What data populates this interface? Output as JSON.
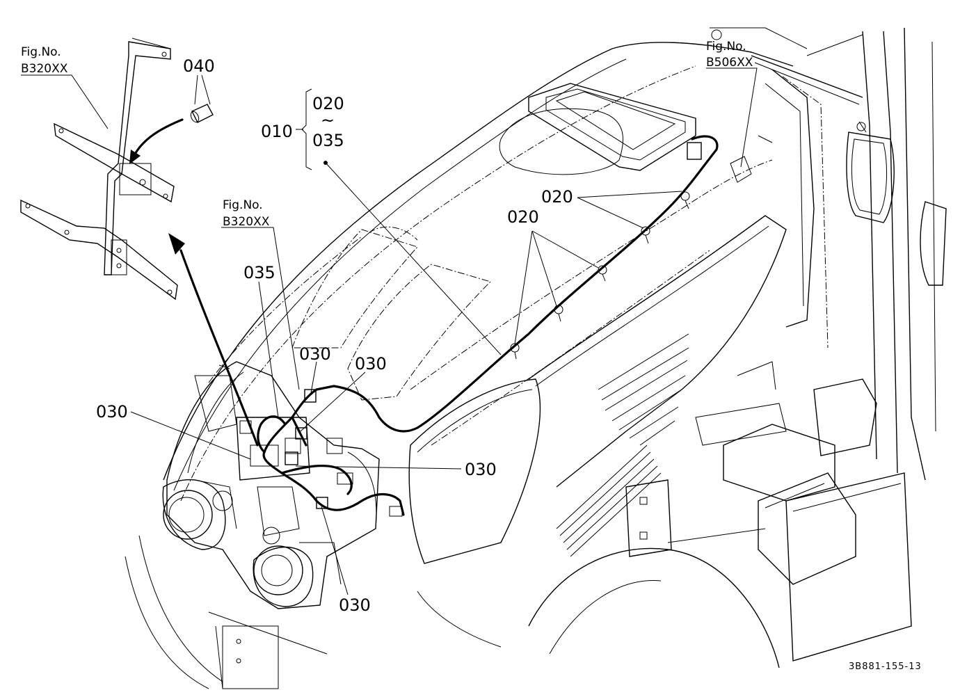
{
  "figure_refs": {
    "top_left": {
      "line1": "Fig.No.",
      "line2": "B320XX"
    },
    "middle": {
      "line1": "Fig.No.",
      "line2": "B320XX"
    },
    "top_right": {
      "line1": "Fig.No.",
      "line2": "B506XX"
    }
  },
  "callouts": {
    "c040": "040",
    "c010": "010",
    "range_start": "020",
    "range_tilde": "~",
    "range_end": "035",
    "c020_a": "020",
    "c020_b": "020",
    "c035": "035",
    "c030_a": "030",
    "c030_b": "030",
    "c030_c": "030",
    "c030_d": "030",
    "c030_e": "030"
  },
  "drawing_code": "3B881-155-13"
}
